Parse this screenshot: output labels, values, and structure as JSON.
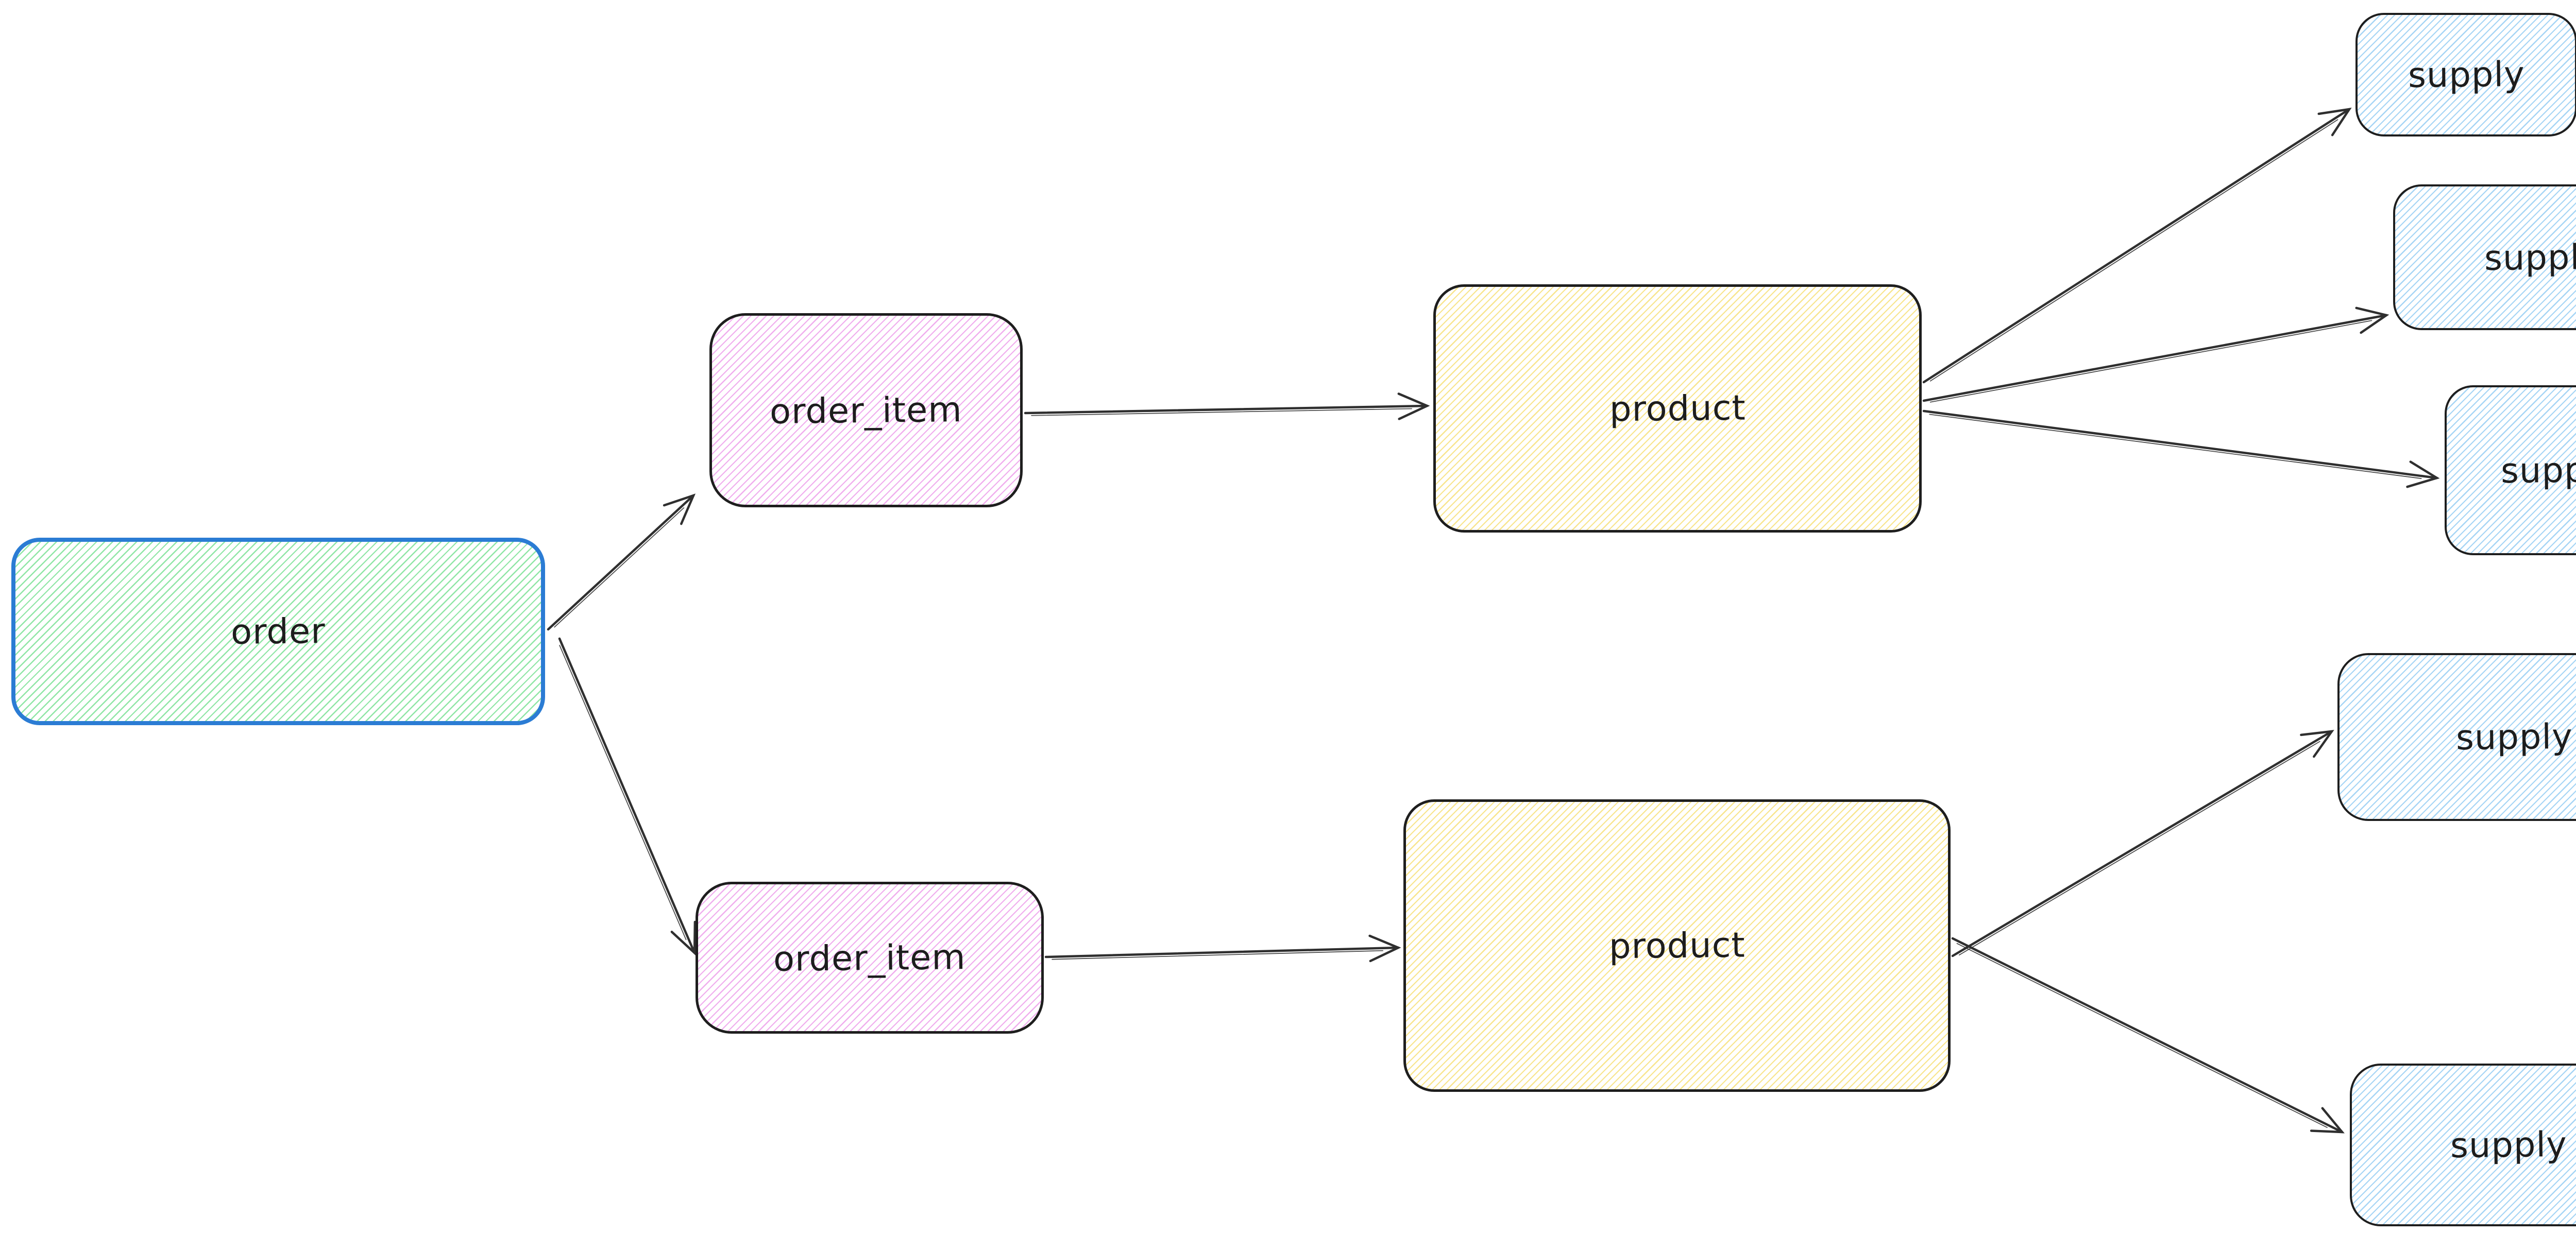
{
  "diagram": {
    "tool_style": "excalidraw-sketch",
    "background": "#ffffff",
    "nodes": [
      {
        "id": "order",
        "label": "order",
        "fill": "green",
        "stroke": "blue"
      },
      {
        "id": "order_item_top",
        "label": "order_item",
        "fill": "violet",
        "stroke": "dark"
      },
      {
        "id": "order_item_bottom",
        "label": "order_item",
        "fill": "violet",
        "stroke": "dark"
      },
      {
        "id": "product_top",
        "label": "product",
        "fill": "yellow",
        "stroke": "dark"
      },
      {
        "id": "product_bottom",
        "label": "product",
        "fill": "yellow",
        "stroke": "dark"
      },
      {
        "id": "supply_1",
        "label": "supply",
        "fill": "blue",
        "stroke": "dark"
      },
      {
        "id": "supply_2",
        "label": "supply",
        "fill": "blue",
        "stroke": "dark"
      },
      {
        "id": "supply_3",
        "label": "supply",
        "fill": "blue",
        "stroke": "dark"
      },
      {
        "id": "supply_4",
        "label": "supply",
        "fill": "blue",
        "stroke": "dark"
      },
      {
        "id": "supply_5",
        "label": "supply",
        "fill": "blue",
        "stroke": "dark"
      }
    ],
    "edges": [
      {
        "from": "order",
        "to": "order_item_top"
      },
      {
        "from": "order",
        "to": "order_item_bottom"
      },
      {
        "from": "order_item_top",
        "to": "product_top"
      },
      {
        "from": "order_item_bottom",
        "to": "product_bottom"
      },
      {
        "from": "product_top",
        "to": "supply_1"
      },
      {
        "from": "product_top",
        "to": "supply_2"
      },
      {
        "from": "product_top",
        "to": "supply_3"
      },
      {
        "from": "product_bottom",
        "to": "supply_4"
      },
      {
        "from": "product_bottom",
        "to": "supply_5"
      }
    ],
    "colors": {
      "stroke_dark": "#1e1e1e",
      "stroke_blue": "#2b7cd4",
      "hatch_green": "#90e6a6",
      "hatch_violet": "#f0aeee",
      "hatch_yellow": "#f8e58e",
      "hatch_blue": "#a6d5f5",
      "arrow": "#2f2f2f",
      "text": "#1d1d1d"
    }
  }
}
